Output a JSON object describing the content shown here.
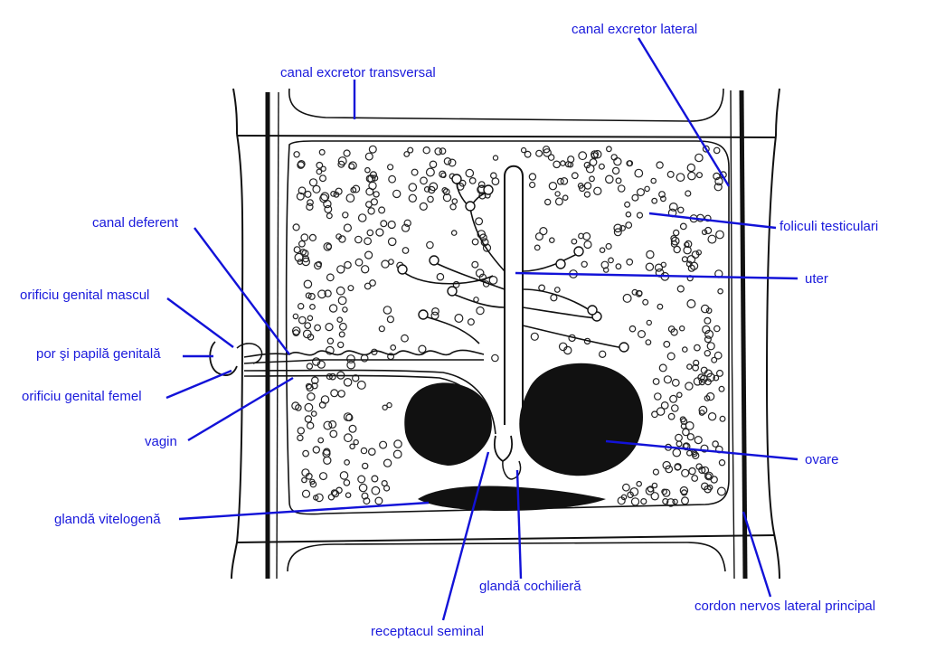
{
  "colors": {
    "label": "#1a1adc",
    "leader": "#1212d8",
    "ink": "#111111"
  },
  "labels": {
    "canal_excretor_lateral": "canal excretor lateral",
    "canal_excretor_transversal": "canal excretor transversal",
    "foliculi_testiculari": "foliculi testiculari",
    "canal_deferent": "canal deferent",
    "uter": "uter",
    "orificiu_genital_mascul": "orificiu genital mascul",
    "por_papila_genitala": "por şi papilă genitală",
    "orificiu_genital_femel": "orificiu genital femel",
    "vagin": "vagin",
    "ovare": "ovare",
    "glanda_vitelogena": "glandă vitelogenă",
    "glanda_cochiliera": "glandă cochilieră",
    "cordon_nervos": "cordon nervos lateral principal",
    "receptacul_seminal": "receptacul seminal"
  }
}
